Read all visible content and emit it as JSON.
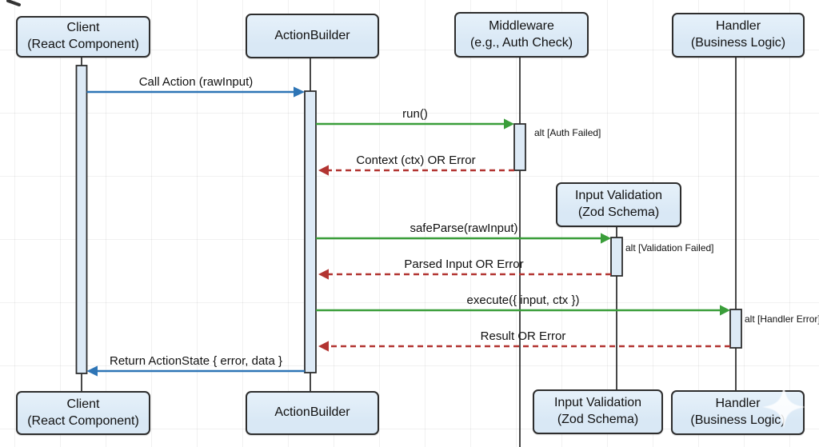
{
  "diagram": {
    "type": "sequence-diagram",
    "colors": {
      "actor_fill": "#d9e8f5",
      "actor_border": "#2d2d2d",
      "lifeline": "#1a1a1a",
      "activation_fill": "#ddeaf6",
      "message_blue": "#2e75b6",
      "message_green": "#3a9e3a",
      "error_red": "#b23431",
      "text": "#111111"
    },
    "actors": [
      {
        "id": "client",
        "name": [
          "Client",
          "(React Component)"
        ],
        "has_top_box": true,
        "has_bottom_box": true
      },
      {
        "id": "actionbuilder",
        "name": [
          "ActionBuilder",
          ""
        ],
        "has_top_box": true,
        "has_bottom_box": true
      },
      {
        "id": "middleware",
        "name": [
          "Middleware",
          "(e.g., Auth Check)"
        ],
        "has_top_box": true,
        "has_bottom_box": false
      },
      {
        "id": "validation",
        "name": [
          "Input Validation",
          "(Zod Schema)"
        ],
        "has_top_box": true,
        "has_bottom_box": true
      },
      {
        "id": "handler",
        "name": [
          "Handler",
          "(Business Logic)"
        ],
        "has_top_box": true,
        "has_bottom_box": true
      }
    ],
    "messages": [
      {
        "label": "Call Action (rawInput)",
        "from": "client",
        "to": "actionbuilder",
        "style": "solid",
        "color": "message_blue"
      },
      {
        "label": "run()",
        "from": "actionbuilder",
        "to": "middleware",
        "style": "solid",
        "color": "message_green"
      },
      {
        "label": "Context (ctx) OR Error",
        "from": "middleware",
        "to": "actionbuilder",
        "style": "dashed",
        "color": "error_red"
      },
      {
        "label": "safeParse(rawInput)",
        "from": "actionbuilder",
        "to": "validation",
        "style": "solid",
        "color": "message_green"
      },
      {
        "label": "Parsed Input OR Error",
        "from": "validation",
        "to": "actionbuilder",
        "style": "dashed",
        "color": "error_red"
      },
      {
        "label": "execute({ input, ctx })",
        "from": "actionbuilder",
        "to": "handler",
        "style": "solid",
        "color": "message_green"
      },
      {
        "label": "Result OR Error",
        "from": "handler",
        "to": "actionbuilder",
        "style": "dashed",
        "color": "error_red"
      },
      {
        "label": "Return ActionState { error, data }",
        "from": "actionbuilder",
        "to": "client",
        "style": "solid",
        "color": "message_blue"
      }
    ],
    "alt_notes": [
      {
        "text": "alt [Auth Failed]",
        "anchor": "middleware"
      },
      {
        "text": "alt [Validation Failed]",
        "anchor": "validation"
      },
      {
        "text": "alt [Handler Error]",
        "anchor": "handler"
      }
    ]
  }
}
